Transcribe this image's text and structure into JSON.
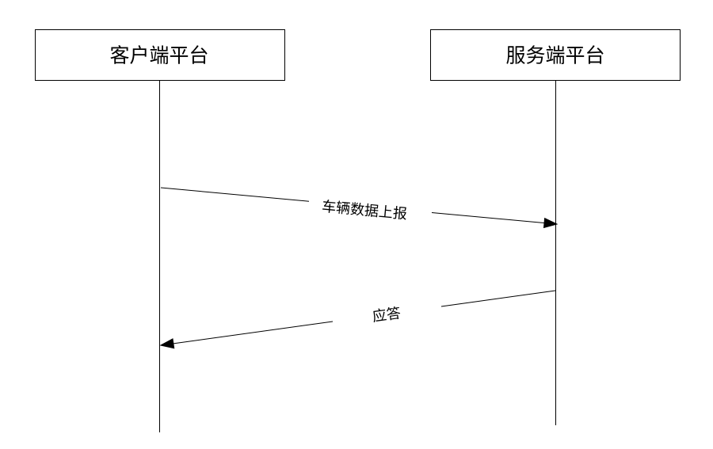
{
  "participants": [
    {
      "label": "客户端平台"
    },
    {
      "label": "服务端平台"
    }
  ],
  "messages": [
    {
      "label": "车辆数据上报"
    },
    {
      "label": "应答"
    }
  ]
}
